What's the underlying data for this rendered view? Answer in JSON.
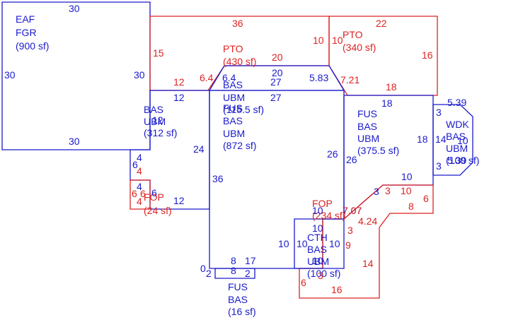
{
  "colors": {
    "blue": "#1a1acc",
    "red": "#dd2222",
    "background": "#ffffff"
  },
  "areas": [
    {
      "id": "eaf",
      "color": "blue",
      "lines": [
        "EAF",
        "FGR",
        "(900 sf)"
      ]
    },
    {
      "id": "pto_left",
      "color": "red",
      "lines": [
        "PTO",
        "(430 sf)"
      ]
    },
    {
      "id": "pto_right",
      "color": "red",
      "lines": [
        "PTO",
        "(340 sf)"
      ]
    },
    {
      "id": "bas_ubm_small",
      "color": "blue",
      "lines": [
        "BAS",
        "UBM",
        "(115.5 sf)"
      ]
    },
    {
      "id": "fus_bas_main",
      "color": "blue",
      "lines": [
        "FUS",
        "BAS",
        "UBM",
        "(872 sf)"
      ]
    },
    {
      "id": "bas_ubm_left",
      "color": "blue",
      "lines": [
        "BAS",
        "UBM",
        "(312 sf)"
      ]
    },
    {
      "id": "fus_bas_right",
      "color": "blue",
      "lines": [
        "FUS",
        "BAS",
        "UBM",
        "(375.5 sf)"
      ]
    },
    {
      "id": "wdk",
      "color": "blue",
      "lines": [
        "WDK",
        "BAS",
        "UBM",
        "(100 sf)"
      ]
    },
    {
      "id": "fop_small",
      "color": "red",
      "lines": [
        "FOP",
        "(24 sf)"
      ]
    },
    {
      "id": "fop_big",
      "color": "red",
      "lines": [
        "FOP",
        "(234 sf)"
      ]
    },
    {
      "id": "cth",
      "color": "blue",
      "lines": [
        "CTH",
        "BAS",
        "UBM",
        "(100 sf)"
      ]
    },
    {
      "id": "fus_bottom",
      "color": "blue",
      "lines": [
        "FUS",
        "BAS",
        "(16 sf)"
      ]
    }
  ],
  "dimensions": [
    {
      "id": "eaf_top",
      "color": "blue",
      "text": "30"
    },
    {
      "id": "eaf_left",
      "color": "blue",
      "text": "30"
    },
    {
      "id": "eaf_right",
      "color": "blue",
      "text": "30"
    },
    {
      "id": "eaf_bottom",
      "color": "blue",
      "text": "30"
    },
    {
      "id": "pto_l_top",
      "color": "red",
      "text": "36"
    },
    {
      "id": "pto_l_left",
      "color": "red",
      "text": "15"
    },
    {
      "id": "pto_l_right",
      "color": "red",
      "text": "10"
    },
    {
      "id": "pto_l_inner",
      "color": "red",
      "text": "20"
    },
    {
      "id": "pto_l_bottom",
      "color": "red",
      "text": "12"
    },
    {
      "id": "pto_l_diag",
      "color": "red",
      "text": "6.4"
    },
    {
      "id": "pto_r_top",
      "color": "red",
      "text": "22"
    },
    {
      "id": "pto_r_left",
      "color": "red",
      "text": "10"
    },
    {
      "id": "pto_r_right",
      "color": "red",
      "text": "16"
    },
    {
      "id": "pto_r_bottom",
      "color": "red",
      "text": "18"
    },
    {
      "id": "pto_r_diag",
      "color": "red",
      "text": "7.21"
    },
    {
      "id": "bas_diag",
      "color": "blue",
      "text": "6.4"
    },
    {
      "id": "bas_top",
      "color": "blue",
      "text": "20"
    },
    {
      "id": "bas_mid1",
      "color": "blue",
      "text": "27"
    },
    {
      "id": "bas_mid2",
      "color": "blue",
      "text": "27"
    },
    {
      "id": "bas_diag_r",
      "color": "blue",
      "text": "5.83"
    },
    {
      "id": "left_top",
      "color": "blue",
      "text": "12"
    },
    {
      "id": "left_right",
      "color": "blue",
      "text": "24"
    },
    {
      "id": "left_inner1",
      "color": "blue",
      "text": "4"
    },
    {
      "id": "left_inner2",
      "color": "blue",
      "text": "6"
    },
    {
      "id": "left_inner3",
      "color": "blue",
      "text": "4"
    },
    {
      "id": "left_inner4",
      "color": "blue",
      "text": "6"
    },
    {
      "id": "left_bottom",
      "color": "blue",
      "text": "12"
    },
    {
      "id": "left_ov",
      "color": "blue",
      "text": "12"
    },
    {
      "id": "fop_s_1",
      "color": "red",
      "text": "4"
    },
    {
      "id": "fop_s_2",
      "color": "red",
      "text": "6"
    },
    {
      "id": "fop_s_3",
      "color": "red",
      "text": "6"
    },
    {
      "id": "fop_s_4",
      "color": "red",
      "text": "4"
    },
    {
      "id": "main_left",
      "color": "blue",
      "text": "36"
    },
    {
      "id": "main_right",
      "color": "blue",
      "text": "26"
    },
    {
      "id": "fus_r_top",
      "color": "blue",
      "text": "18"
    },
    {
      "id": "fus_r_left",
      "color": "blue",
      "text": "26"
    },
    {
      "id": "fus_r_right",
      "color": "blue",
      "text": "18"
    },
    {
      "id": "fus_r_bottom",
      "color": "blue",
      "text": "10"
    },
    {
      "id": "fus_r_3",
      "color": "blue",
      "text": "3"
    },
    {
      "id": "fus_r_707",
      "color": "blue",
      "text": "7.07"
    },
    {
      "id": "wdk_top",
      "color": "blue",
      "text": "5.39"
    },
    {
      "id": "wdk_3a",
      "color": "blue",
      "text": "3"
    },
    {
      "id": "wdk_14",
      "color": "blue",
      "text": "14"
    },
    {
      "id": "wdk_3b",
      "color": "blue",
      "text": "3"
    },
    {
      "id": "wdk_10",
      "color": "blue",
      "text": "10"
    },
    {
      "id": "wdk_5",
      "color": "blue",
      "text": "5.39"
    },
    {
      "id": "fop_b_3a",
      "color": "red",
      "text": "3"
    },
    {
      "id": "fop_b_10",
      "color": "red",
      "text": "10"
    },
    {
      "id": "fop_b_6",
      "color": "red",
      "text": "6"
    },
    {
      "id": "fop_b_8",
      "color": "red",
      "text": "8"
    },
    {
      "id": "fop_b_707",
      "color": "red",
      "text": "7.07"
    },
    {
      "id": "fop_b_424",
      "color": "red",
      "text": "4.24"
    },
    {
      "id": "fop_b_3b",
      "color": "red",
      "text": "3"
    },
    {
      "id": "fop_b_9",
      "color": "red",
      "text": "9"
    },
    {
      "id": "fop_b_14",
      "color": "red",
      "text": "14"
    },
    {
      "id": "fop_b_6b",
      "color": "red",
      "text": "6"
    },
    {
      "id": "fop_b_16",
      "color": "red",
      "text": "16"
    },
    {
      "id": "fop_b_ov",
      "color": "red",
      "text": "3"
    },
    {
      "id": "cth_top",
      "color": "blue",
      "text": "10"
    },
    {
      "id": "cth_left",
      "color": "blue",
      "text": "10"
    },
    {
      "id": "cth_left2",
      "color": "blue",
      "text": "10"
    },
    {
      "id": "cth_right",
      "color": "blue",
      "text": "10"
    },
    {
      "id": "cth_bottom",
      "color": "blue",
      "text": "10"
    },
    {
      "id": "cth_outer",
      "color": "blue",
      "text": "10"
    },
    {
      "id": "bot_8a",
      "color": "blue",
      "text": "8"
    },
    {
      "id": "bot_17",
      "color": "blue",
      "text": "17"
    },
    {
      "id": "bot_8b",
      "color": "blue",
      "text": "8"
    },
    {
      "id": "bot_2a",
      "color": "blue",
      "text": "2"
    },
    {
      "id": "bot_0",
      "color": "blue",
      "text": "0"
    },
    {
      "id": "bot_2b",
      "color": "blue",
      "text": "2"
    }
  ]
}
